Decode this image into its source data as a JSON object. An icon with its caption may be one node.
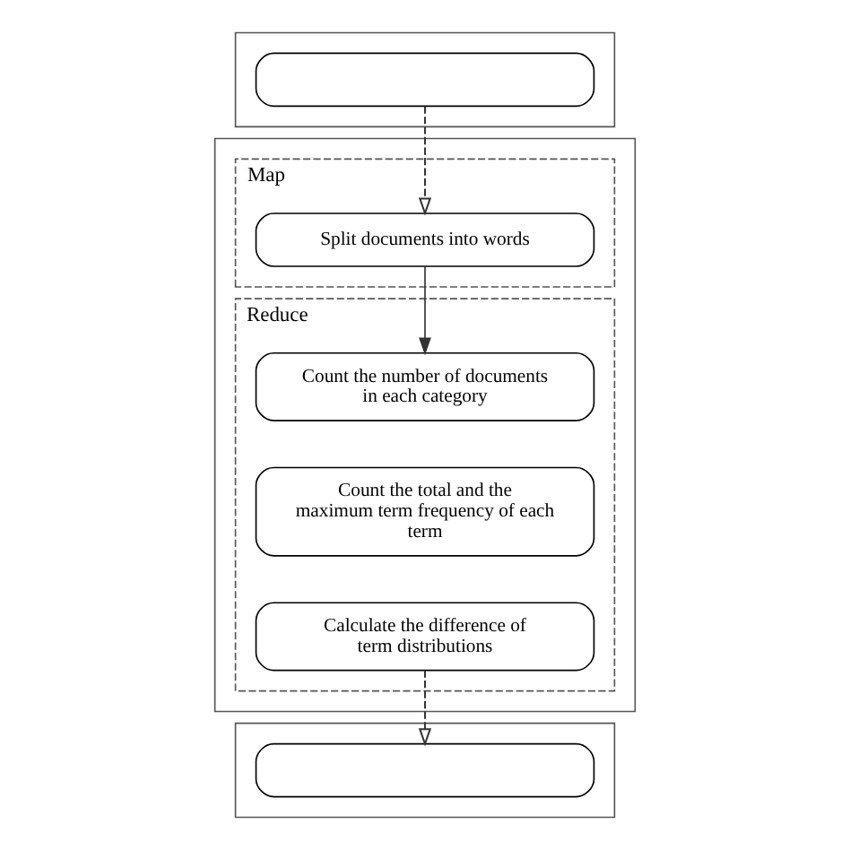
{
  "diagram": {
    "nodes": [
      {
        "text": [],
        "shape": "box"
      },
      {
        "text": [],
        "shape": "box",
        "in": 0
      },
      {
        "text": [],
        "shape": "box"
      },
      {
        "text": [
          "Map"
        ],
        "in": 2
      },
      {
        "text": [
          "Split documents into words"
        ],
        "in": 3
      },
      {
        "text": [
          "Reduce"
        ],
        "in": 2
      },
      {
        "text": [
          "Count the number of documents in each category"
        ],
        "in": 5
      },
      {
        "text": [
          "Count the total and the maximum term frequency of each term"
        ],
        "in": 5
      },
      {
        "text": [
          "Calculate the difference of term distributions"
        ],
        "in": 5
      },
      {
        "text": [],
        "shape": "box"
      },
      {
        "text": [],
        "shape": "box",
        "in": 9
      }
    ],
    "edges": [
      {
        "from": 1,
        "to": 4,
        "arrow": "to",
        "style": "dashed"
      },
      {
        "from": 4,
        "to": 6,
        "arrow": "to"
      },
      {
        "from": 8,
        "to": 10,
        "arrow": "to",
        "style": "dashed"
      }
    ]
  }
}
